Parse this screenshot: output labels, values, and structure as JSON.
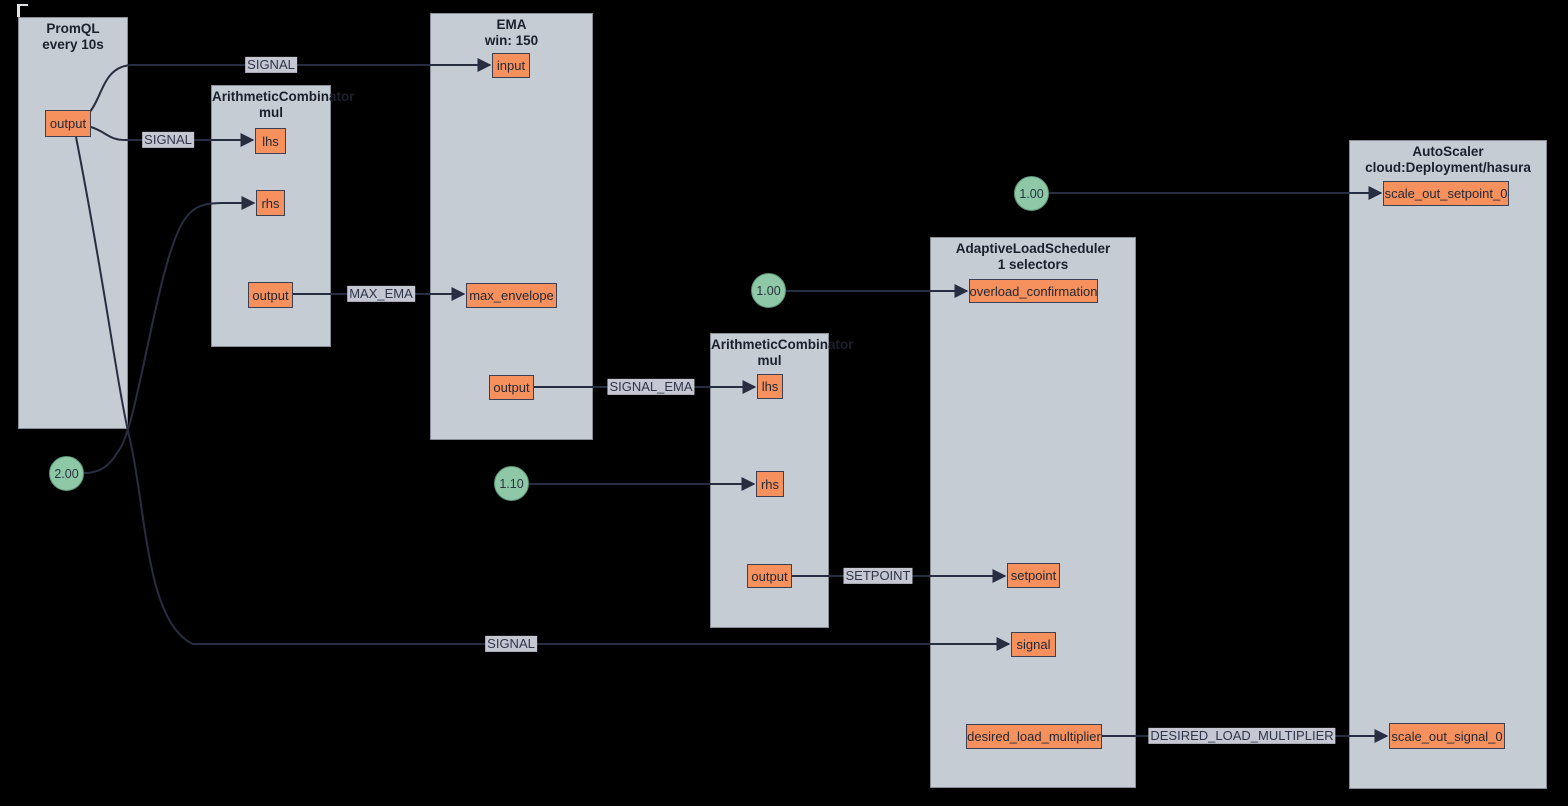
{
  "diagram_type": "policy-circuit-graph",
  "colors": {
    "background": "#000000",
    "node_fill": "#c6ccd4",
    "node_border": "#878e98",
    "port_fill": "#f6915d",
    "port_border": "#3a4154",
    "constant_fill": "#8ec8a6",
    "edge": "#282e42",
    "edge_label_bg": "#c5c7d3",
    "text": "#1b202c"
  },
  "nodes": [
    {
      "id": "promql",
      "title": "PromQL",
      "subtitle": "every 10s",
      "ports": [
        {
          "label": "output"
        }
      ]
    },
    {
      "id": "arithmetic-combinator-1",
      "title": "ArithmeticCombinator",
      "subtitle": "mul",
      "ports": [
        {
          "label": "lhs"
        },
        {
          "label": "rhs"
        },
        {
          "label": "output"
        }
      ]
    },
    {
      "id": "ema",
      "title": "EMA",
      "subtitle": "win: 150",
      "ports": [
        {
          "label": "input"
        },
        {
          "label": "max_envelope"
        },
        {
          "label": "output"
        }
      ]
    },
    {
      "id": "arithmetic-combinator-2",
      "title": "ArithmeticCombinator",
      "subtitle": "mul",
      "ports": [
        {
          "label": "lhs"
        },
        {
          "label": "rhs"
        },
        {
          "label": "output"
        }
      ]
    },
    {
      "id": "adaptive-load-scheduler",
      "title": "AdaptiveLoadScheduler",
      "subtitle": "1 selectors",
      "ports": [
        {
          "label": "overload_confirmation"
        },
        {
          "label": "setpoint"
        },
        {
          "label": "signal"
        },
        {
          "label": "desired_load_multiplier"
        }
      ]
    },
    {
      "id": "autoscaler",
      "title": "AutoScaler",
      "subtitle": "cloud:Deployment/hasura",
      "ports": [
        {
          "label": "scale_out_setpoint_0"
        },
        {
          "label": "scale_out_signal_0"
        }
      ]
    }
  ],
  "constants": [
    {
      "value": "2.00"
    },
    {
      "value": "1.10"
    },
    {
      "value": "1.00"
    },
    {
      "value": "1.00"
    }
  ],
  "edges": [
    {
      "from": "promql.output",
      "to": "ema.input",
      "label": "SIGNAL"
    },
    {
      "from": "promql.output",
      "to": "arithmetic-combinator-1.lhs",
      "label": "SIGNAL"
    },
    {
      "from": "arithmetic-combinator-1.output",
      "to": "ema.max_envelope",
      "label": "MAX_EMA"
    },
    {
      "from": "ema.output",
      "to": "arithmetic-combinator-2.lhs",
      "label": "SIGNAL_EMA"
    },
    {
      "from": "arithmetic-combinator-2.output",
      "to": "adaptive-load-scheduler.setpoint",
      "label": "SETPOINT"
    },
    {
      "from": "promql.output",
      "to": "adaptive-load-scheduler.signal",
      "label": "SIGNAL"
    },
    {
      "from": "adaptive-load-scheduler.desired_load_multiplier",
      "to": "autoscaler.scale_out_signal_0",
      "label": "DESIRED_LOAD_MULTIPLIER"
    },
    {
      "from": "constant-2.00",
      "to": "arithmetic-combinator-1.rhs",
      "label": ""
    },
    {
      "from": "constant-1.10",
      "to": "arithmetic-combinator-2.rhs",
      "label": ""
    },
    {
      "from": "constant-1.00",
      "to": "adaptive-load-scheduler.overload_confirmation",
      "label": ""
    },
    {
      "from": "constant-1.00",
      "to": "autoscaler.scale_out_setpoint_0",
      "label": ""
    }
  ]
}
